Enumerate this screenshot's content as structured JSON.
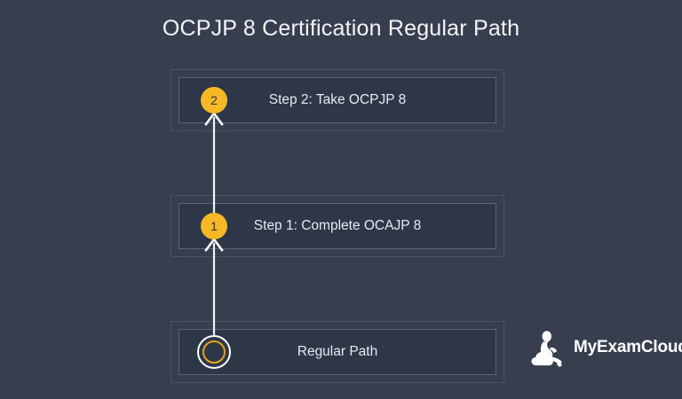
{
  "diagram": {
    "title": "OCPJP 8 Certification Regular Path",
    "background_color": "#373F4F",
    "accent_color": "#F6B824",
    "text_color": "#E8EAEE",
    "border_color": "#4B5466",
    "panel_color": "#2E3748",
    "nodes": [
      {
        "id": "step2",
        "label": "Step 2: Take OCPJP 8",
        "marker": "2",
        "marker_type": "numbered-badge"
      },
      {
        "id": "step1",
        "label": "Step 1: Complete OCAJP 8",
        "marker": "1",
        "marker_type": "numbered-badge"
      },
      {
        "id": "start",
        "label": "Regular Path",
        "marker": "",
        "marker_type": "start-ring"
      }
    ],
    "connectors": [
      {
        "from": "start",
        "to": "step1",
        "direction": "up",
        "arrowhead": true
      },
      {
        "from": "step1",
        "to": "step2",
        "direction": "up",
        "arrowhead": true
      }
    ]
  },
  "branding": {
    "name": "MyExamCloud",
    "logo_icon": "person-on-cloud-icon"
  }
}
